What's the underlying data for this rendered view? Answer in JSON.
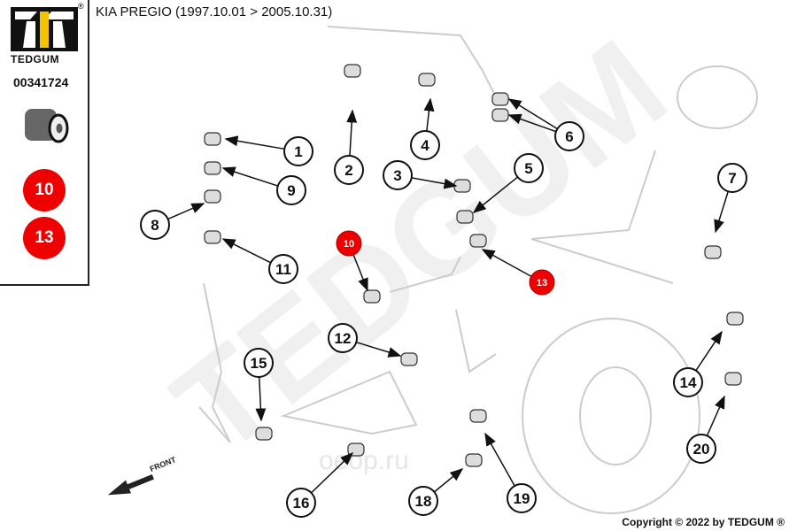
{
  "sidebar": {
    "brand": "TEDGUM",
    "registered": "®",
    "part_number": "00341724",
    "highlighted": [
      "10",
      "13"
    ]
  },
  "header": {
    "title": "KIA PREGIO (1997.10.01 > 2005.10.31)"
  },
  "diagram": {
    "callouts": [
      "1",
      "2",
      "3",
      "4",
      "5",
      "6",
      "7",
      "8",
      "9",
      "10",
      "11",
      "12",
      "13",
      "14",
      "15",
      "16",
      "18",
      "19",
      "20"
    ],
    "highlighted_callouts": [
      "10",
      "13"
    ],
    "front_label": "FRONT",
    "watermark": "TEDGUM",
    "watermark_site": "oeop.ru"
  },
  "footer": {
    "copyright": "Copyright © 2022 by TEDGUM ®"
  },
  "colors": {
    "highlight": "#ee0000",
    "logo_yellow": "#f5c400"
  }
}
